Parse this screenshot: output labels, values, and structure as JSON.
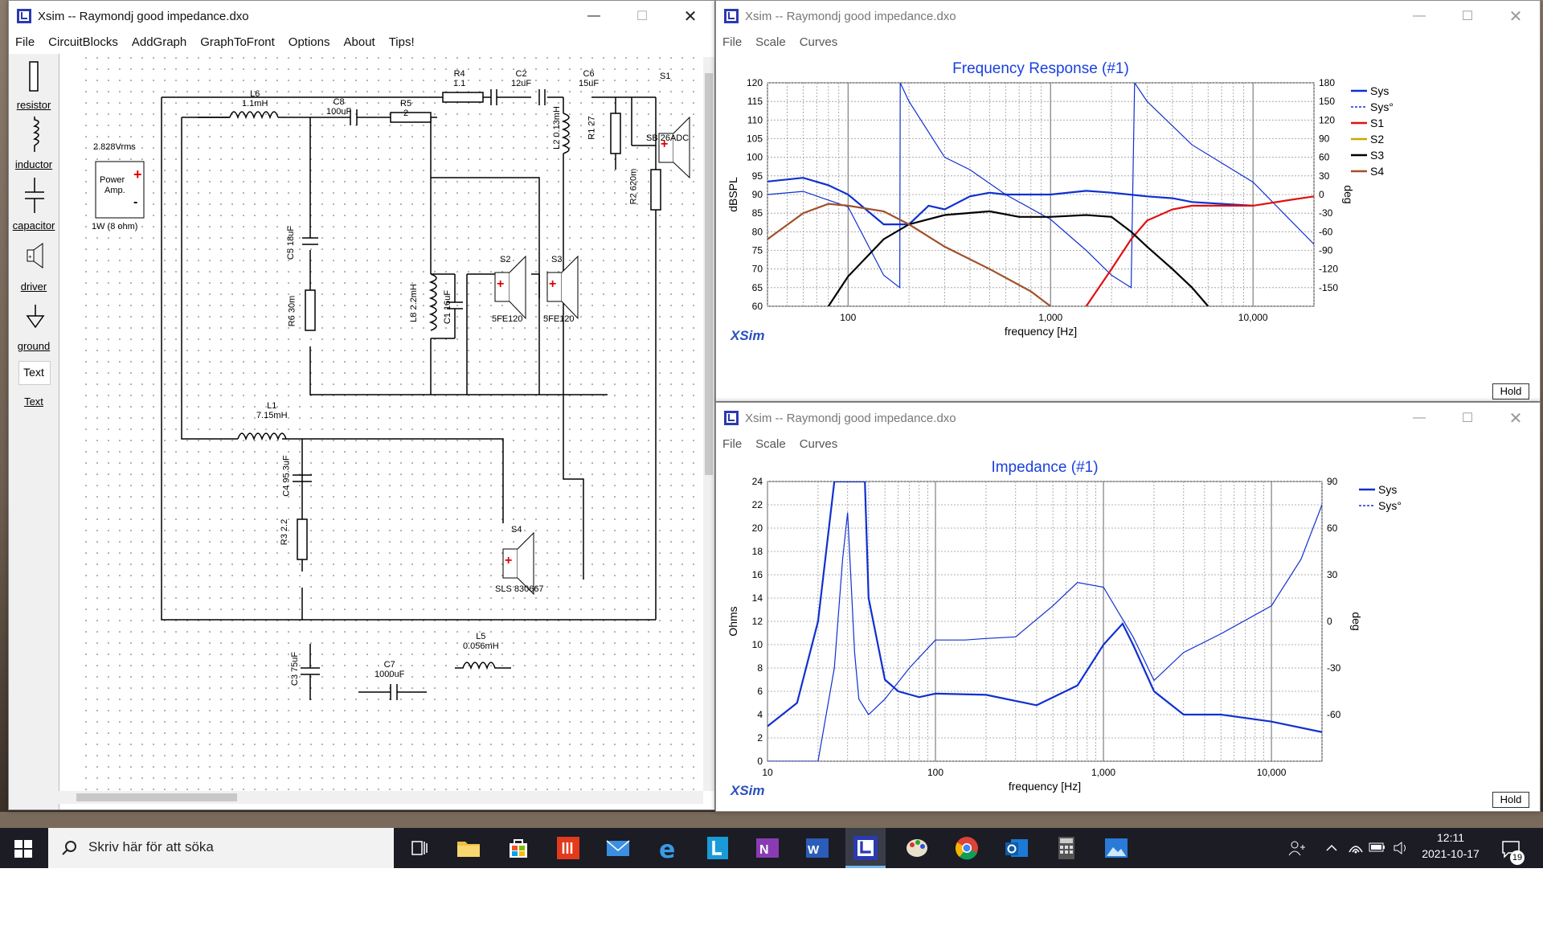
{
  "circuit_window": {
    "title": "Xsim -- Raymondj good impedance.dxo",
    "menu": [
      "File",
      "CircuitBlocks",
      "AddGraph",
      "GraphToFront",
      "Options",
      "About",
      "Tips!"
    ],
    "palette": [
      {
        "label": "resistor",
        "icon": "resistor-icon"
      },
      {
        "label": "inductor",
        "icon": "inductor-icon"
      },
      {
        "label": "capacitor",
        "icon": "capacitor-icon"
      },
      {
        "label": "driver",
        "icon": "driver-icon"
      },
      {
        "label": "ground",
        "icon": "ground-icon"
      },
      {
        "label": "Text",
        "icon": "text-tool"
      },
      {
        "label": "Text",
        "icon": "text-tool"
      }
    ],
    "amp": {
      "voltage": "2.828Vrms",
      "label1": "Power",
      "label2": "Amp.",
      "power": "1W (8 ohm)"
    },
    "components": [
      {
        "id": "L6",
        "value": "1.1mH"
      },
      {
        "id": "C8",
        "value": "100uF"
      },
      {
        "id": "R5",
        "value": "2"
      },
      {
        "id": "R4",
        "value": "1.1"
      },
      {
        "id": "C2",
        "value": "12uF"
      },
      {
        "id": "C6",
        "value": "15uF"
      },
      {
        "id": "L2",
        "value": "0.13mH"
      },
      {
        "id": "R1",
        "value": "27"
      },
      {
        "id": "R2",
        "value": "620m"
      },
      {
        "id": "C5",
        "value": "18uF"
      },
      {
        "id": "R6",
        "value": "30m"
      },
      {
        "id": "L8",
        "value": "2.2mH"
      },
      {
        "id": "C1",
        "value": "16uF"
      },
      {
        "id": "L1",
        "value": "7.15mH"
      },
      {
        "id": "C4",
        "value": "95.3uF"
      },
      {
        "id": "R3",
        "value": "2.2"
      },
      {
        "id": "C3",
        "value": "75uF"
      },
      {
        "id": "C7",
        "value": "1000uF"
      },
      {
        "id": "L5",
        "value": "0.056mH"
      }
    ],
    "drivers": [
      {
        "id": "S1",
        "model": "SB 26ADC"
      },
      {
        "id": "S2",
        "model": "5FE120"
      },
      {
        "id": "S3",
        "model": "5FE120"
      },
      {
        "id": "S4",
        "model": "SLS 830667"
      }
    ]
  },
  "fr_window": {
    "title": "Xsim -- Raymondj good impedance.dxo",
    "menu": [
      "File",
      "Scale",
      "Curves"
    ],
    "brand": "XSim",
    "hold": "Hold",
    "chart_data": {
      "type": "line",
      "title": "Frequency Response (#1)",
      "xlabel": "frequency [Hz]",
      "ylabel": "dBSPL",
      "y2label": "deg",
      "x_scale": "log",
      "xlim": [
        40,
        20000
      ],
      "ylim": [
        60,
        120
      ],
      "y2lim": [
        -180,
        180
      ],
      "x_ticks": [
        "100",
        "1,000",
        "10,000"
      ],
      "y_ticks": [
        60,
        65,
        70,
        75,
        80,
        85,
        90,
        95,
        100,
        105,
        110,
        115,
        120
      ],
      "y2_ticks": [
        -150,
        -120,
        -90,
        -60,
        -30,
        0,
        30,
        60,
        90,
        120,
        150,
        180
      ],
      "grid": true,
      "legend": "right",
      "series": [
        {
          "name": "Sys",
          "color": "#1030d0",
          "style": "solid",
          "axis": "left",
          "x": [
            40,
            60,
            80,
            100,
            150,
            180,
            200,
            250,
            300,
            400,
            500,
            600,
            800,
            1000,
            1500,
            2000,
            3000,
            4000,
            5000,
            7000,
            10000
          ],
          "y": [
            93.5,
            94.5,
            92.5,
            90,
            82,
            82,
            82,
            87,
            86,
            89.5,
            90.5,
            90,
            90,
            90,
            91,
            90.5,
            89.5,
            89,
            88,
            87.5,
            87
          ]
        },
        {
          "name": "Sys°",
          "color": "#1030d0",
          "style": "dashed",
          "axis": "right",
          "x": [
            40,
            60,
            100,
            150,
            180,
            181,
            200,
            300,
            400,
            600,
            1000,
            1500,
            2000,
            2500,
            2600,
            3000,
            5000,
            10000,
            20000
          ],
          "y": [
            0,
            5,
            -20,
            -130,
            -150,
            180,
            150,
            60,
            40,
            0,
            -40,
            -90,
            -130,
            -150,
            180,
            150,
            80,
            20,
            -80
          ]
        },
        {
          "name": "S1",
          "color": "#e01010",
          "style": "solid",
          "axis": "left",
          "x": [
            1500,
            2000,
            2500,
            3000,
            4000,
            5000,
            7000,
            10000,
            15000,
            20000
          ],
          "y": [
            60,
            70,
            78,
            83,
            86,
            87,
            87,
            87,
            88.5,
            89.5
          ]
        },
        {
          "name": "S2",
          "color": "#c8a800",
          "style": "solid",
          "axis": "left",
          "x": [],
          "y": []
        },
        {
          "name": "S3",
          "color": "#000000",
          "style": "solid",
          "axis": "left",
          "x": [
            80,
            100,
            150,
            200,
            300,
            500,
            700,
            1000,
            1500,
            2000,
            2500,
            3000,
            4000,
            5000,
            6000
          ],
          "y": [
            60,
            68,
            78,
            82,
            84.5,
            85.5,
            84,
            84,
            84.5,
            84,
            80,
            76,
            70,
            65,
            60
          ]
        },
        {
          "name": "S4",
          "color": "#a0502a",
          "style": "solid",
          "axis": "left",
          "x": [
            40,
            60,
            80,
            100,
            150,
            200,
            300,
            500,
            800,
            1000
          ],
          "y": [
            78,
            85,
            87.5,
            87,
            85.5,
            82,
            76,
            70,
            64,
            60
          ]
        }
      ]
    }
  },
  "imp_window": {
    "title": "Xsim -- Raymondj good impedance.dxo",
    "menu": [
      "File",
      "Scale",
      "Curves"
    ],
    "brand": "XSim",
    "hold": "Hold",
    "chart_data": {
      "type": "line",
      "title": "Impedance (#1)",
      "xlabel": "frequency [Hz]",
      "ylabel": "Ohms",
      "y2label": "deg",
      "x_scale": "log",
      "xlim": [
        10,
        20000
      ],
      "ylim": [
        0,
        24
      ],
      "y2lim": [
        -90,
        90
      ],
      "x_ticks": [
        "10",
        "100",
        "1,000",
        "10,000"
      ],
      "y_ticks": [
        0,
        2,
        4,
        6,
        8,
        10,
        12,
        14,
        16,
        18,
        20,
        22,
        24
      ],
      "y2_ticks": [
        -60,
        -30,
        0,
        30,
        60,
        90
      ],
      "grid": true,
      "legend": "right",
      "series": [
        {
          "name": "Sys",
          "color": "#1030d0",
          "style": "solid",
          "axis": "left",
          "x": [
            10,
            15,
            20,
            25,
            28,
            30,
            35,
            38,
            40,
            50,
            60,
            80,
            100,
            200,
            400,
            700,
            1000,
            1300,
            1500,
            2000,
            3000,
            5000,
            10000,
            20000
          ],
          "y": [
            3,
            5,
            12,
            24,
            24,
            24,
            24,
            24,
            14,
            7,
            6,
            5.5,
            5.8,
            5.7,
            4.8,
            6.5,
            10,
            11.8,
            10,
            6,
            4,
            4,
            3.4,
            2.5
          ]
        },
        {
          "name": "Sys°",
          "color": "#1030d0",
          "style": "dashed",
          "axis": "right",
          "x": [
            10,
            20,
            25,
            28,
            30,
            33,
            35,
            40,
            50,
            70,
            100,
            150,
            200,
            300,
            500,
            700,
            1000,
            1500,
            2000,
            3000,
            5000,
            10000,
            15000,
            20000
          ],
          "y": [
            -90,
            -90,
            -30,
            40,
            70,
            -20,
            -50,
            -60,
            -50,
            -30,
            -12,
            -12,
            -11,
            -10,
            10,
            25,
            22,
            -10,
            -38,
            -20,
            -8,
            10,
            40,
            75
          ]
        }
      ]
    }
  },
  "taskbar": {
    "search_placeholder": "Skriv här för att söka",
    "time": "12:11",
    "date": "2021-10-17",
    "notification_count": "19",
    "apps": [
      "task-view",
      "file-explorer",
      "store",
      "office-red",
      "mail",
      "edge",
      "l-app",
      "onenote",
      "word",
      "xsim",
      "paint",
      "chrome",
      "outlook",
      "calculator",
      "photos"
    ]
  }
}
